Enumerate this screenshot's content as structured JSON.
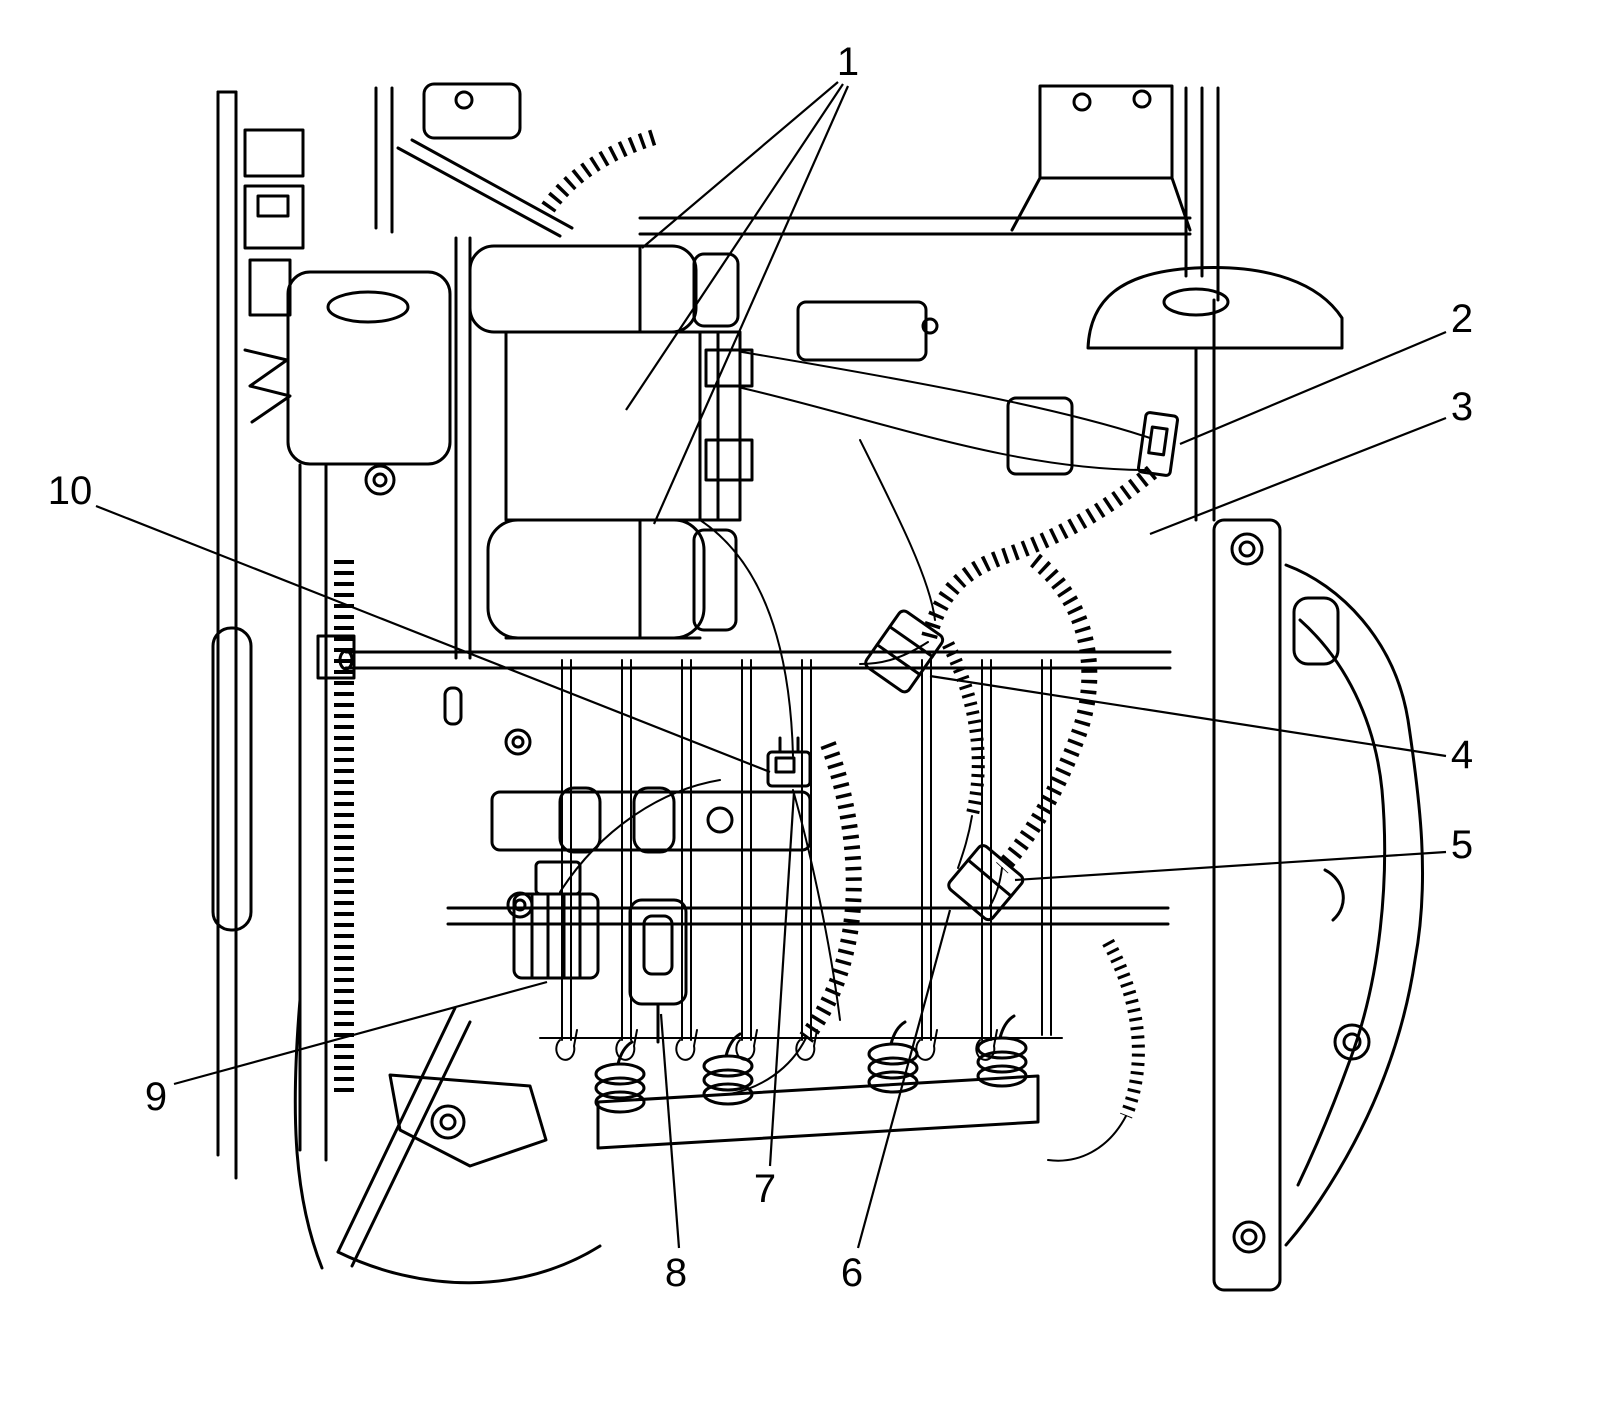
{
  "figure": {
    "background": "#ffffff",
    "line_color": "#000000",
    "callouts": [
      {
        "label": "1"
      },
      {
        "label": "2"
      },
      {
        "label": "3"
      },
      {
        "label": "4"
      },
      {
        "label": "5"
      },
      {
        "label": "6"
      },
      {
        "label": "7"
      },
      {
        "label": "8"
      },
      {
        "label": "9"
      },
      {
        "label": "10"
      }
    ]
  }
}
